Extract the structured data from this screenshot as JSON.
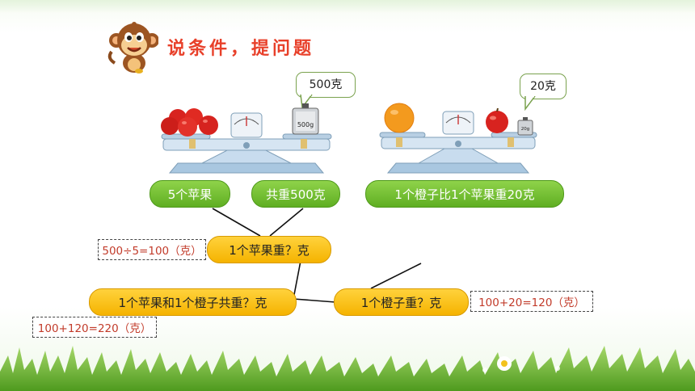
{
  "title": "说条件，提问题",
  "left_scale": {
    "callout": "500克",
    "weight_label": "500g"
  },
  "right_scale": {
    "callout": "20克",
    "weight_label": "20g"
  },
  "conditions": [
    "5个苹果",
    "共重500克",
    "1个橙子比1个苹果重20克"
  ],
  "questions": {
    "apple_weight": "1个苹果重？克",
    "orange_weight": "1个橙子重？克",
    "total_weight": "1个苹果和1个橙子共重？克"
  },
  "calculations": {
    "apple": "500÷5=100（克）",
    "orange": "100+20=120（克）",
    "total": "100+120=220（克）"
  },
  "colors": {
    "title": "#e8402a",
    "condition_pill": "#6dbd2c",
    "question_pill": "#f7b900",
    "calc_text": "#c23b2a"
  }
}
